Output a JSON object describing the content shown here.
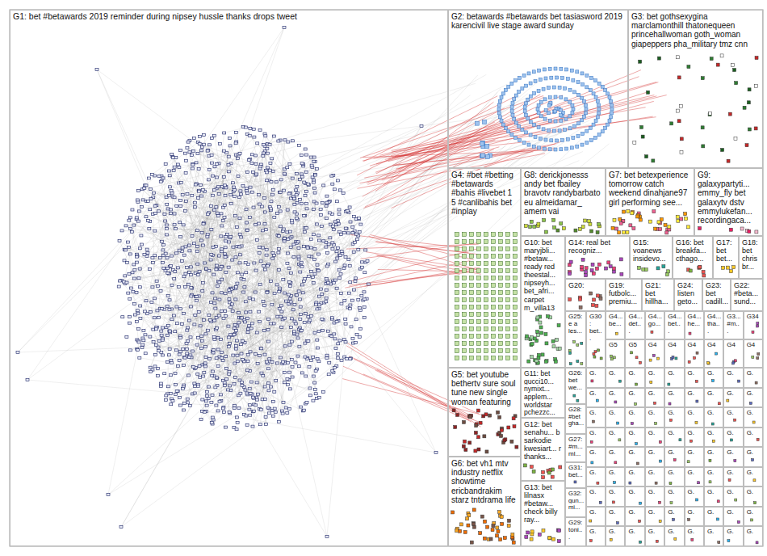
{
  "diagram": {
    "nodes": [
      {
        "text": [
          "G1: bet #betawards 2019 reminder during nipsey hussle thanks drops tweet"
        ]
      },
      {
        "text": [
          "G2: betawards #betawards bet tasiasword 2019 karencivil live stage award sunday"
        ]
      },
      {
        "text": [
          "G3: bet gothsexygina marclamonthill thatonequeen princehallwoman goth_woman giapeppers pha_military tmz cnn"
        ]
      },
      {
        "text": [
          "G4: #bet #betting #betawards #bahis #livebet 1 5 #canlibahis bet #inplay"
        ]
      },
      {
        "text": [
          "G8: derickjonesss andy bet fbailey bravotv randybarbato eu almeidamar_ amem vai"
        ]
      },
      {
        "text": [
          "G7: bet betexperience tomorrow catch weekend dinahjane97 girl performing see..."
        ]
      },
      {
        "text": [
          "G9: galaxypartyti... emmy_fly bet galaxytv dstv emmylukefan... recordingaca..."
        ]
      },
      {
        "text": [
          "G10: bet maryjbli... #betaw... ready red theestal... nipseyh... bet_afri... carpet m_villa13"
        ]
      },
      {
        "text": [
          "G14: real bet recogniz..."
        ]
      },
      {
        "text": [
          "G15: voanews insidevo..."
        ]
      },
      {
        "text": [
          "G16: bet breakfa... cthago..."
        ]
      },
      {
        "text": [
          "G17: bet bet..."
        ]
      },
      {
        "text": [
          "G18: bet chrisbr..."
        ]
      },
      {
        "text": [
          "G20:"
        ]
      },
      {
        "text": [
          "G19: futbolc... premiu..."
        ]
      },
      {
        "text": [
          "G21: bet hillha..."
        ]
      },
      {
        "text": [
          "G24: listen geto..."
        ]
      },
      {
        "text": [
          "G23: bet cadill..."
        ]
      },
      {
        "text": [
          "G22: #beta... sund..."
        ]
      },
      {
        "text": [
          "G25: e a les..."
        ]
      },
      {
        "text": [
          "G30: bet..."
        ]
      },
      {
        "text": [
          "G4... be..."
        ]
      },
      {
        "text": [
          "G4... det..."
        ]
      },
      {
        "text": [
          "G4... go..."
        ]
      },
      {
        "text": [
          "G4... bet..."
        ]
      },
      {
        "text": [
          "G4... he..."
        ]
      },
      {
        "text": [
          "G4... tha..."
        ]
      },
      {
        "text": [
          "G3... #m..."
        ]
      },
      {
        "text": [
          "G34"
        ]
      },
      {
        "text": [
          "G5"
        ]
      },
      {
        "text": [
          "G5"
        ]
      },
      {
        "text": [
          "G4"
        ]
      },
      {
        "text": [
          "G4"
        ]
      },
      {
        "text": [
          "G4"
        ]
      },
      {
        "text": [
          "G4"
        ]
      },
      {
        "text": [
          "G4"
        ]
      },
      {
        "text": [
          "G4"
        ]
      },
      {
        "text": [
          "G5: bet youtube bethertv sure soul tune new single woman featuring"
        ]
      },
      {
        "text": [
          "G6: bet vh1 mtv industry netflix showtime ericbandrakim starz tntdrama life"
        ]
      },
      {
        "text": [
          "G11: bet gucci10... nymixt... applem... worldstar pchezzc..."
        ]
      },
      {
        "text": [
          "G12: bet senahu... b sarkodie kwesiart... r thanks..."
        ]
      },
      {
        "text": [
          "G13: bet lilnasx #betaw... check billy ray..."
        ]
      },
      {
        "text": [
          "G26: bet we..."
        ]
      },
      {
        "text": [
          "G28: #bet gha..."
        ]
      },
      {
        "text": [
          "G27: #m... ml..."
        ]
      },
      {
        "text": [
          "G31: bet..."
        ]
      },
      {
        "text": [
          "G32: gun... mi..."
        ]
      },
      {
        "text": [
          "G29: toni..."
        ]
      },
      {
        "text": [
          "G."
        ]
      },
      {
        "text": [
          "G."
        ]
      },
      {
        "text": [
          "G."
        ]
      },
      {
        "text": [
          "G."
        ]
      },
      {
        "text": [
          "G."
        ]
      },
      {
        "text": [
          "G."
        ]
      },
      {
        "text": [
          "G."
        ]
      },
      {
        "text": [
          "G."
        ]
      },
      {
        "text": [
          "G."
        ]
      },
      {
        "text": [
          "G."
        ]
      },
      {
        "text": [
          "G."
        ]
      },
      {
        "text": [
          "G."
        ]
      },
      {
        "text": [
          "G."
        ]
      },
      {
        "text": [
          "G."
        ]
      },
      {
        "text": [
          "G."
        ]
      },
      {
        "text": [
          "G."
        ]
      },
      {
        "text": [
          "G."
        ]
      },
      {
        "text": [
          "G."
        ]
      },
      {
        "text": [
          "G."
        ]
      },
      {
        "text": [
          "G."
        ]
      },
      {
        "text": [
          "G."
        ]
      },
      {
        "text": [
          "G."
        ]
      },
      {
        "text": [
          "G."
        ]
      },
      {
        "text": [
          "G."
        ]
      },
      {
        "text": [
          "G."
        ]
      },
      {
        "text": [
          "G."
        ]
      },
      {
        "text": [
          "G."
        ]
      },
      {
        "text": [
          "G."
        ]
      },
      {
        "text": [
          "G."
        ]
      },
      {
        "text": [
          "G."
        ]
      },
      {
        "text": [
          "G."
        ]
      },
      {
        "text": [
          "G."
        ]
      },
      {
        "text": [
          "G."
        ]
      },
      {
        "text": [
          "G."
        ]
      },
      {
        "text": [
          "G."
        ]
      },
      {
        "text": [
          "G."
        ]
      },
      {
        "text": [
          "G."
        ]
      },
      {
        "text": [
          "G."
        ]
      },
      {
        "text": [
          "G."
        ]
      },
      {
        "text": [
          "G."
        ]
      },
      {
        "text": [
          "G."
        ]
      },
      {
        "text": [
          "G."
        ]
      },
      {
        "text": [
          "G."
        ]
      },
      {
        "text": [
          "G."
        ]
      },
      {
        "text": [
          "G."
        ]
      },
      {
        "text": [
          "G."
        ]
      },
      {
        "text": [
          "G."
        ]
      },
      {
        "text": [
          "G."
        ]
      },
      {
        "text": [
          "G."
        ]
      },
      {
        "text": [
          "G."
        ]
      },
      {
        "text": [
          "G."
        ]
      },
      {
        "text": [
          "G."
        ]
      },
      {
        "text": [
          "G."
        ]
      },
      {
        "text": [
          "G."
        ]
      },
      {
        "text": [
          "G."
        ]
      },
      {
        "text": [
          "G."
        ]
      },
      {
        "text": [
          "G."
        ]
      },
      {
        "text": [
          "G."
        ]
      },
      {
        "text": [
          "G."
        ]
      },
      {
        "text": [
          "G."
        ]
      },
      {
        "text": [
          "G."
        ]
      },
      {
        "text": [
          "G."
        ]
      },
      {
        "text": [
          "G."
        ]
      },
      {
        "text": [
          "G."
        ]
      },
      {
        "text": [
          "G."
        ]
      },
      {
        "text": [
          "G."
        ]
      },
      {
        "text": [
          "G."
        ]
      },
      {
        "text": [
          "G."
        ]
      },
      {
        "text": [
          "G."
        ]
      },
      {
        "text": [
          "G."
        ]
      },
      {
        "text": [
          "G."
        ]
      },
      {
        "text": [
          "G."
        ]
      },
      {
        "text": [
          "G."
        ]
      },
      {
        "text": [
          "G."
        ]
      },
      {
        "text": [
          "G."
        ]
      },
      {
        "text": [
          "G."
        ]
      },
      {
        "text": [
          "G."
        ]
      },
      {
        "text": [
          "G."
        ]
      },
      {
        "text": [
          "G."
        ]
      },
      {
        "text": [
          "G."
        ]
      },
      {
        "text": [
          "G."
        ]
      }
    ]
  }
}
